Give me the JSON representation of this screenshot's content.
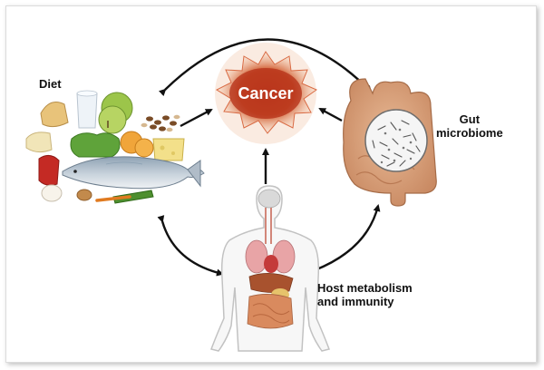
{
  "nodes": {
    "center": "Cancer",
    "diet": "Diet",
    "gut_line1": "Gut",
    "gut_line2": "microbiome",
    "host_line1": "Host metabolism",
    "host_line2": "and immunity"
  },
  "colors": {
    "cancer_core": "#b8341c",
    "cancer_glow": "#f2b48c",
    "gut": "#d9a27d",
    "microbiome_circle": "#f4f4f4",
    "body_outline": "#c9c9c9",
    "arrows": "#111111"
  }
}
